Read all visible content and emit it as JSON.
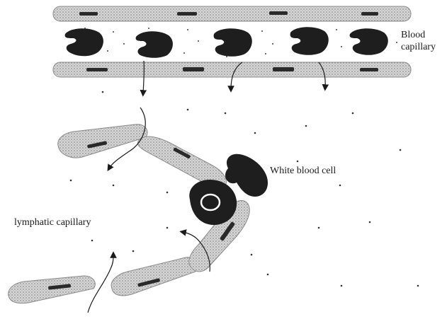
{
  "labels": {
    "blood_capillary_line1": "Blood",
    "blood_capillary_line2": "capillary",
    "white_blood_cell": "White blood cell",
    "lymphatic_capillary": "lymphatic capillary"
  },
  "colors": {
    "ink": "#1a1a1a",
    "vessel_fill": "#d4d4d4",
    "vessel_edge": "#8a8a8a",
    "cell_dark": "#1e1e1e"
  }
}
